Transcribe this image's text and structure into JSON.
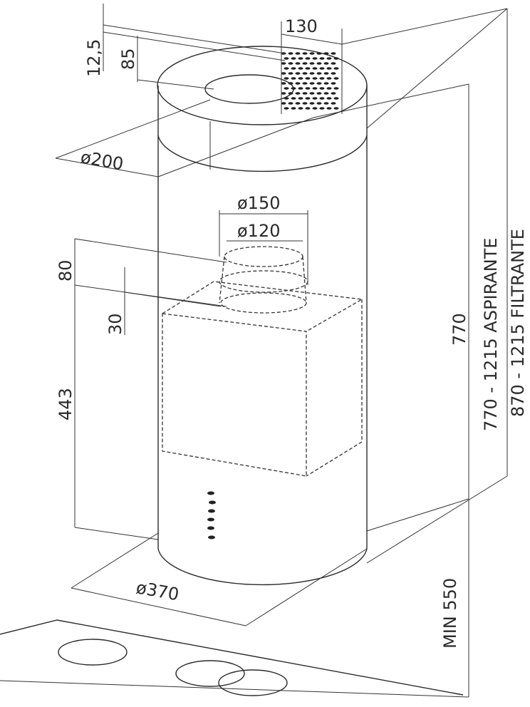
{
  "dimensions": {
    "outlet_width": "130",
    "top_offset": "12,5",
    "outlet_depth": "85",
    "top_diameter": "ø200",
    "collar_outer": "ø150",
    "collar_inner": "ø120",
    "collar_height": "80",
    "collar_offset": "30",
    "motor_height": "443",
    "body_diameter": "ø370",
    "body_height": "770",
    "range_extraction": "770 - 1215 ASPIRANTE",
    "range_filter": "870 - 1215 FILTRANTE",
    "min_clearance": "MIN 550"
  },
  "colors": {
    "line": "#2a2a2a",
    "background": "#ffffff"
  }
}
